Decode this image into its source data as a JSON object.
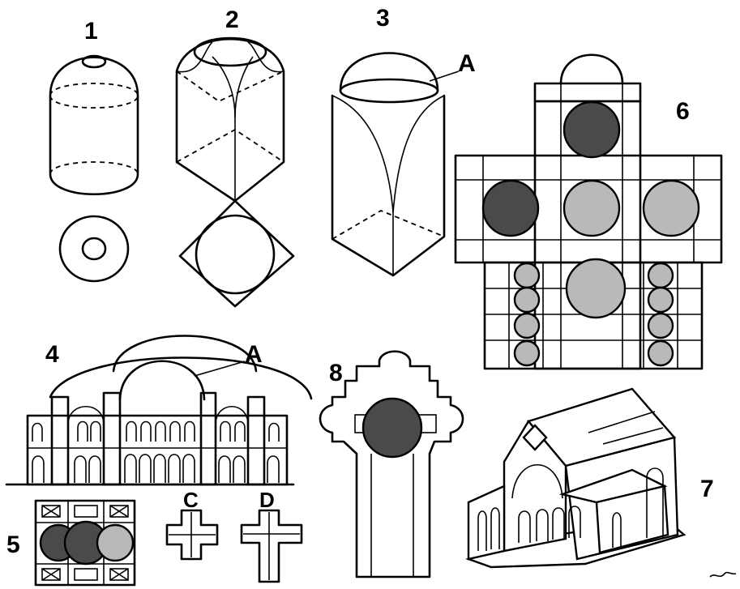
{
  "figure": {
    "labels": {
      "fig1": "1",
      "fig2": "2",
      "fig3": "3",
      "fig3_point": "A",
      "fig4": "4",
      "fig4_point": "A",
      "fig5": "5",
      "fig5_c": "C",
      "fig5_d": "D",
      "fig6": "6",
      "fig7": "7",
      "fig8": "8"
    }
  }
}
